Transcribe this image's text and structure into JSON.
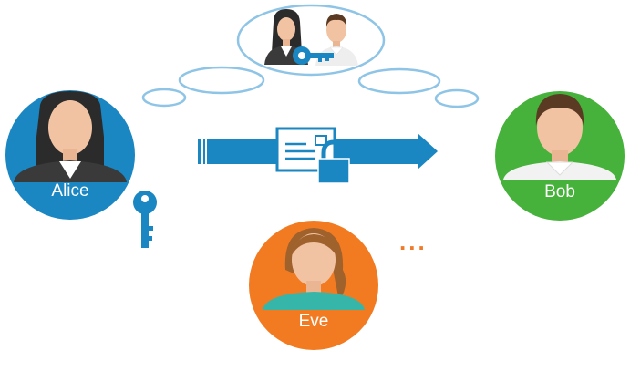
{
  "participants": {
    "alice": {
      "label": "Alice",
      "color": "#1a86c2"
    },
    "bob": {
      "label": "Bob",
      "color": "#46b13b"
    },
    "eve": {
      "label": "Eve",
      "color": "#f27b22"
    }
  },
  "ellipsis": "...",
  "colors": {
    "key": "#1a86c2",
    "arrow": "#1a86c2",
    "thought_bubble_stroke": "#8ec4e6",
    "dots": "#ee7a2a"
  },
  "icons": [
    "key-icon",
    "envelope-icon",
    "padlock-icon",
    "thought-bubble",
    "woman-avatar",
    "man-avatar"
  ]
}
